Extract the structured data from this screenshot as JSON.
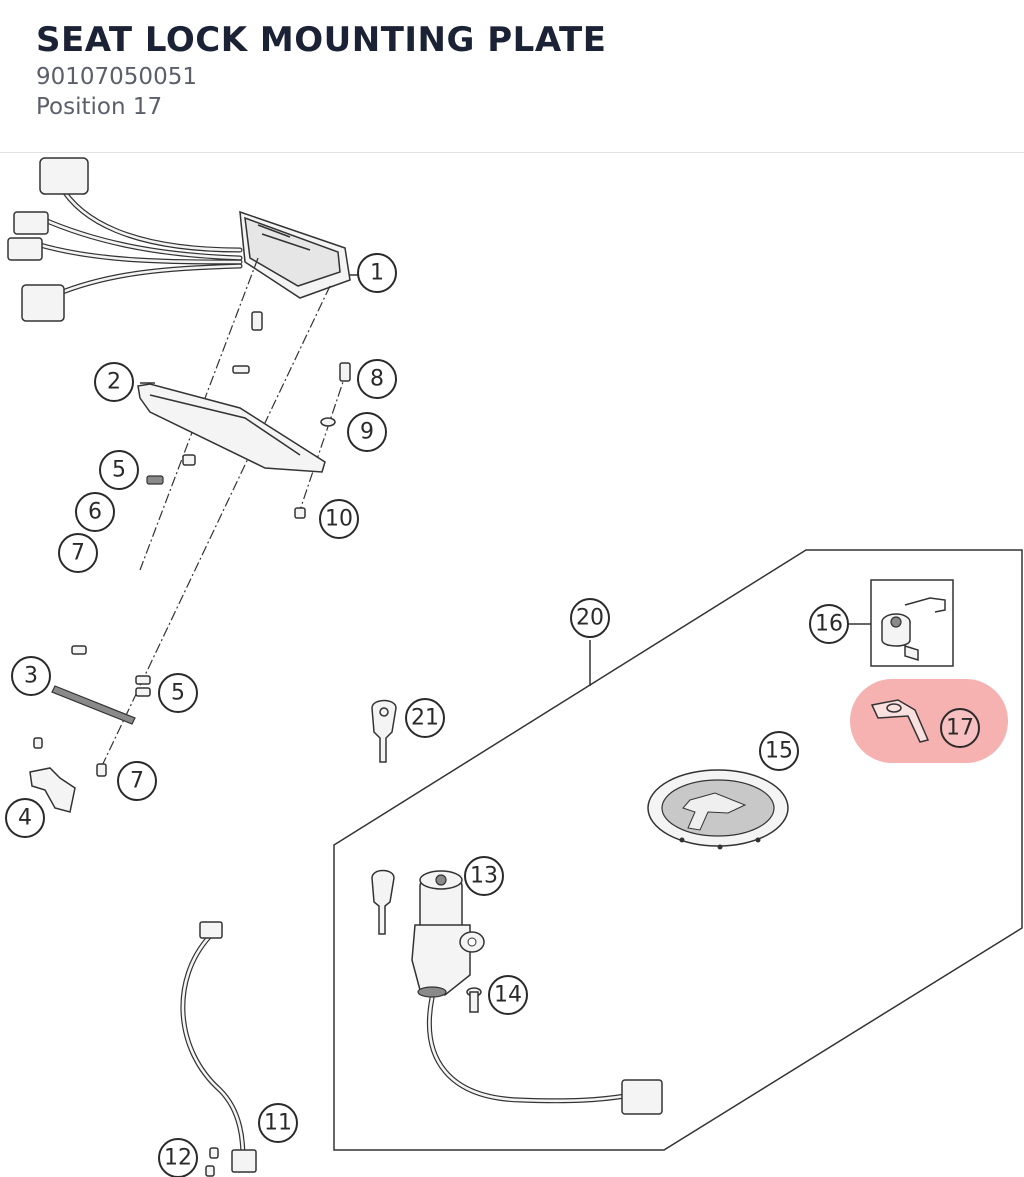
{
  "header": {
    "title": "SEAT LOCK MOUNTING PLATE",
    "part_number": "90107050051",
    "position": "Position 17"
  },
  "diagram": {
    "highlighted_callout": "17",
    "highlight_color": "#f5a3a3",
    "callouts": {
      "c1": "1",
      "c2": "2",
      "c3": "3",
      "c4": "4",
      "c5a": "5",
      "c5b": "5",
      "c6": "6",
      "c7a": "7",
      "c7b": "7",
      "c8": "8",
      "c9": "9",
      "c10": "10",
      "c11": "11",
      "c12": "12",
      "c13": "13",
      "c14": "14",
      "c15": "15",
      "c16": "16",
      "c17": "17",
      "c20": "20",
      "c21": "21"
    }
  }
}
